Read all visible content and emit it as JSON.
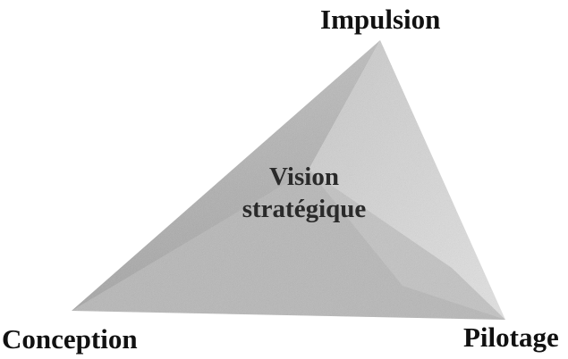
{
  "diagram": {
    "vertices": {
      "top": "Impulsion",
      "left": "Conception",
      "right": "Pilotage"
    },
    "center": {
      "line1": "Vision",
      "line2": "stratégique"
    },
    "colors": {
      "dark_face": "#a9a9a9",
      "light_face": "#d6d6d6",
      "bottom_face": "#bcbcbc",
      "text": "#111111"
    }
  }
}
